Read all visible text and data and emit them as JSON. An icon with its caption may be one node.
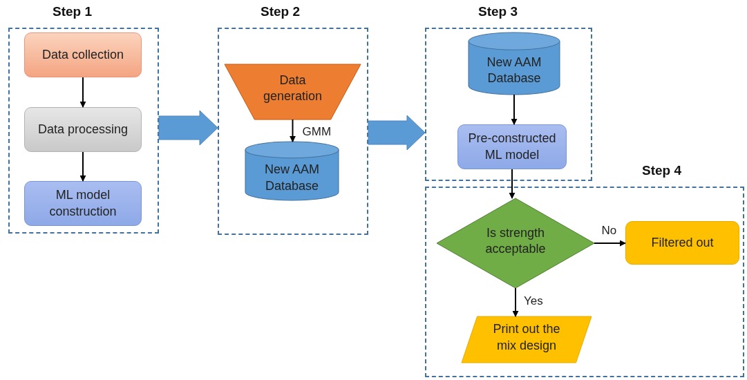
{
  "diagram": {
    "nodes": [
      {
        "text": [
          "Step 1"
        ]
      },
      {
        "text": [
          "Data collection"
        ],
        "in": 0
      },
      {
        "text": [
          "Data processing"
        ],
        "in": 0
      },
      {
        "text": [
          "ML model construction"
        ],
        "in": 0
      },
      {
        "text": [
          "Step 2"
        ]
      },
      {
        "text": [
          "Data generation"
        ],
        "in": 4
      },
      {
        "text": [
          "New AAM Database"
        ],
        "in": 4
      },
      {
        "text": [
          "Step 3"
        ]
      },
      {
        "text": [
          "New AAM Database"
        ],
        "in": 7
      },
      {
        "text": [
          "Pre-constructed ML model"
        ],
        "in": 7
      },
      {
        "text": [
          "Step 4"
        ]
      },
      {
        "text": [
          "Is strength acceptable"
        ],
        "in": 10
      },
      {
        "text": [
          "Filtered out"
        ],
        "in": 10
      },
      {
        "text": [
          "Print out the mix design"
        ],
        "in": 10
      }
    ],
    "edges": [
      {
        "from": 1,
        "to": 2,
        "arrow": "to"
      },
      {
        "from": 2,
        "to": 3,
        "arrow": "to"
      },
      {
        "from": 0,
        "to": 4,
        "arrow": "to",
        "style": "thick",
        "color": "#5b9bd5"
      },
      {
        "from": 5,
        "to": 6,
        "arrow": "to",
        "label": "GMM"
      },
      {
        "from": 4,
        "to": 7,
        "arrow": "to",
        "style": "thick",
        "color": "#5b9bd5"
      },
      {
        "from": 8,
        "to": 9,
        "arrow": "to"
      },
      {
        "from": 9,
        "to": 11,
        "arrow": "to"
      },
      {
        "from": 11,
        "to": 12,
        "arrow": "to",
        "label": "No"
      },
      {
        "from": 11,
        "to": 13,
        "arrow": "to",
        "label": "Yes"
      }
    ]
  }
}
